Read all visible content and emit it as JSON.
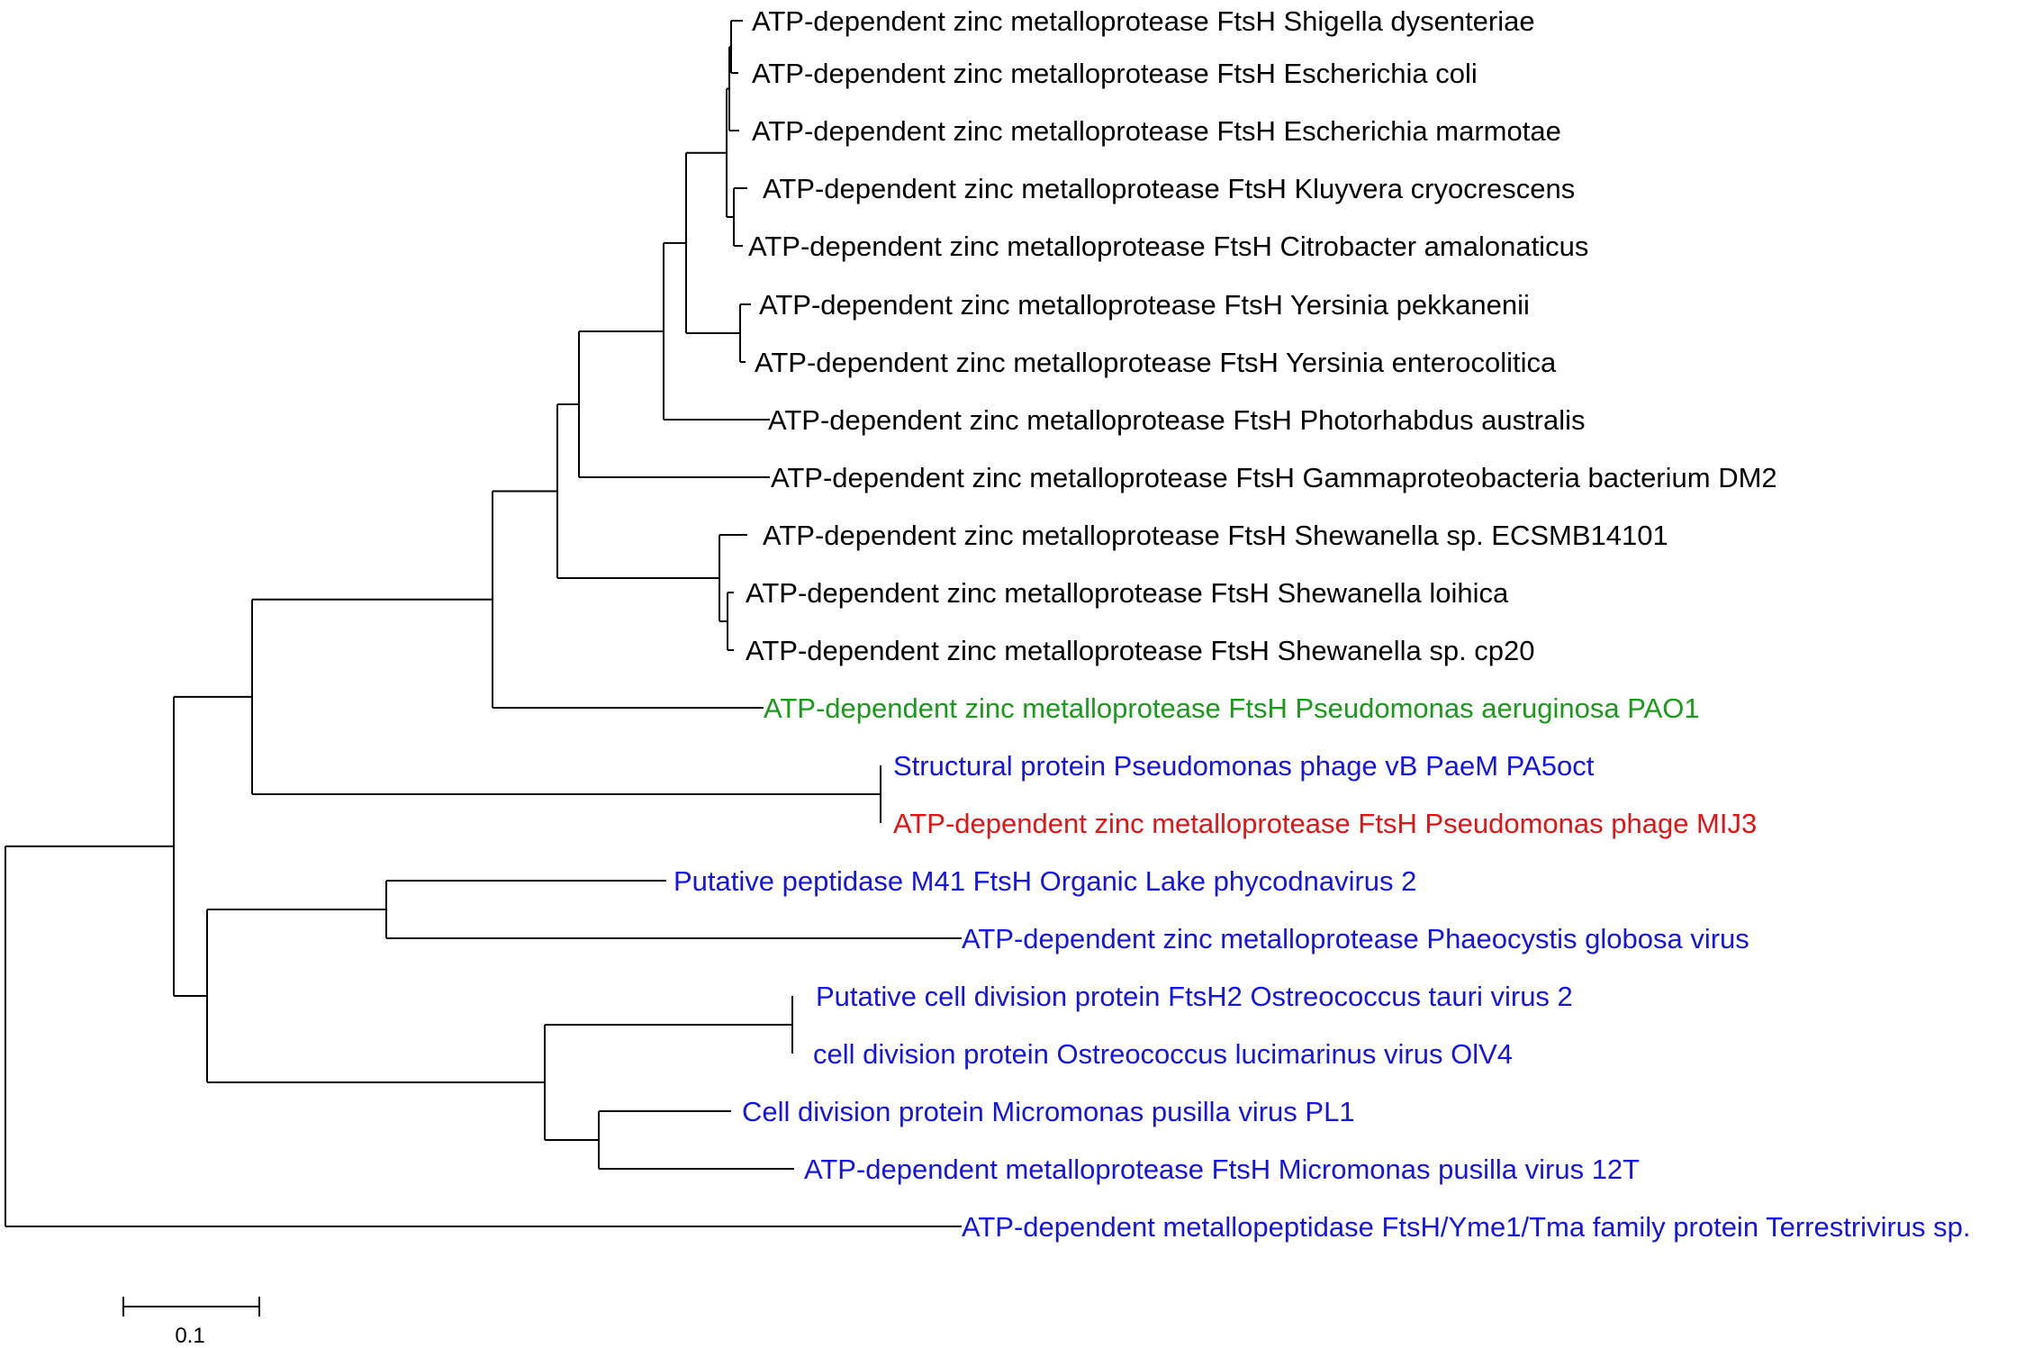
{
  "colors": {
    "black": "#000000",
    "green": "#1a9a1a",
    "blue": "#1515e0",
    "red": "#e01515"
  },
  "leaves": [
    {
      "label": "ATP-dependent zinc metalloprotease FtsH Shigella dysenteriae",
      "color": "black"
    },
    {
      "label": "ATP-dependent zinc metalloprotease FtsH Escherichia coli",
      "color": "black"
    },
    {
      "label": "ATP-dependent zinc metalloprotease FtsH Escherichia marmotae",
      "color": "black"
    },
    {
      "label": "ATP-dependent zinc metalloprotease FtsH Kluyvera cryocrescens",
      "color": "black"
    },
    {
      "label": "ATP-dependent zinc metalloprotease FtsH Citrobacter amalonaticus",
      "color": "black"
    },
    {
      "label": "ATP-dependent zinc metalloprotease FtsH Yersinia pekkanenii",
      "color": "black"
    },
    {
      "label": "ATP-dependent zinc metalloprotease FtsH Yersinia enterocolitica",
      "color": "black"
    },
    {
      "label": "ATP-dependent zinc metalloprotease FtsH Photorhabdus australis",
      "color": "black"
    },
    {
      "label": "ATP-dependent zinc metalloprotease FtsH Gammaproteobacteria bacterium DM2",
      "color": "black"
    },
    {
      "label": "ATP-dependent zinc metalloprotease FtsH Shewanella sp. ECSMB14101",
      "color": "black"
    },
    {
      "label": "ATP-dependent zinc metalloprotease FtsH Shewanella loihica",
      "color": "black"
    },
    {
      "label": "ATP-dependent zinc metalloprotease FtsH Shewanella sp. cp20",
      "color": "black"
    },
    {
      "label": "ATP-dependent zinc metalloprotease FtsH Pseudomonas aeruginosa PAO1",
      "color": "green"
    },
    {
      "label": "Structural protein Pseudomonas phage vB PaeM PA5oct",
      "color": "blue"
    },
    {
      "label": "ATP-dependent zinc metalloprotease FtsH Pseudomonas phage MIJ3",
      "color": "red"
    },
    {
      "label": "Putative peptidase M41 FtsH Organic Lake phycodnavirus 2",
      "color": "blue"
    },
    {
      "label": "ATP-dependent zinc metalloprotease Phaeocystis globosa virus",
      "color": "blue"
    },
    {
      "label": "Putative cell division protein FtsH2 Ostreococcus tauri virus 2",
      "color": "blue"
    },
    {
      "label": "cell division protein Ostreococcus lucimarinus virus OlV4",
      "color": "blue"
    },
    {
      "label": "Cell division protein Micromonas pusilla virus PL1",
      "color": "blue"
    },
    {
      "label": "ATP-dependent metalloprotease FtsH Micromonas pusilla virus 12T",
      "color": "blue"
    },
    {
      "label": "ATP-dependent metallopeptidase FtsH/Yme1/Tma family protein Terrestrivirus sp.",
      "color": "blue"
    }
  ],
  "scale_bar": {
    "label": "0.1"
  }
}
